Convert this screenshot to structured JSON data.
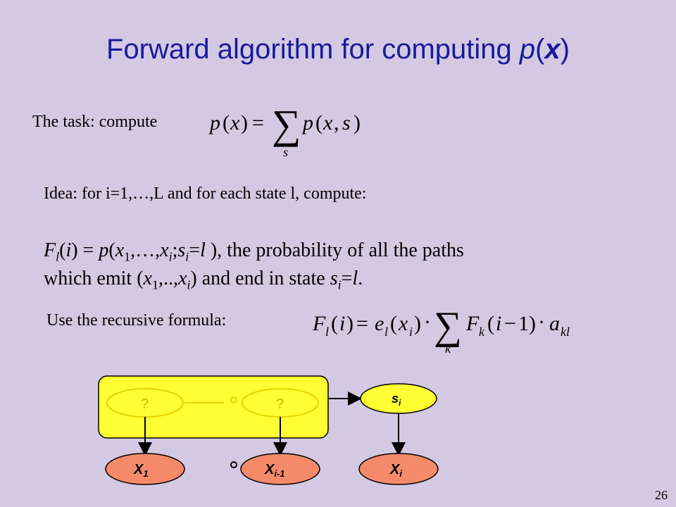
{
  "slide": {
    "title_main": "Forward algorithm for computing ",
    "title_p": "p",
    "title_open": "(",
    "title_x": "x",
    "title_close": ")",
    "task_label": "The task: compute",
    "idea_text": "Idea: for i=1,…,L and for each state l, compute:",
    "recursive_label": "Use the recursive formula:",
    "page_number": "26"
  },
  "definition": {
    "line1": "F_l(i) = p(x_1,…,x_i;s_i=l ), the probability of all the paths",
    "line2": "which emit (x_1,..,x_i) and end in state s_i=l."
  },
  "diagram": {
    "hidden_unknown_1": "?",
    "hidden_unknown_2": "?",
    "state_node": "s_i",
    "obs_first": "X_1",
    "obs_prev": "X_i-1",
    "obs_current": "X_i",
    "highlight_color": "#ffff33",
    "obs_color": "#f58a6a",
    "state_color": "#ffff33"
  }
}
